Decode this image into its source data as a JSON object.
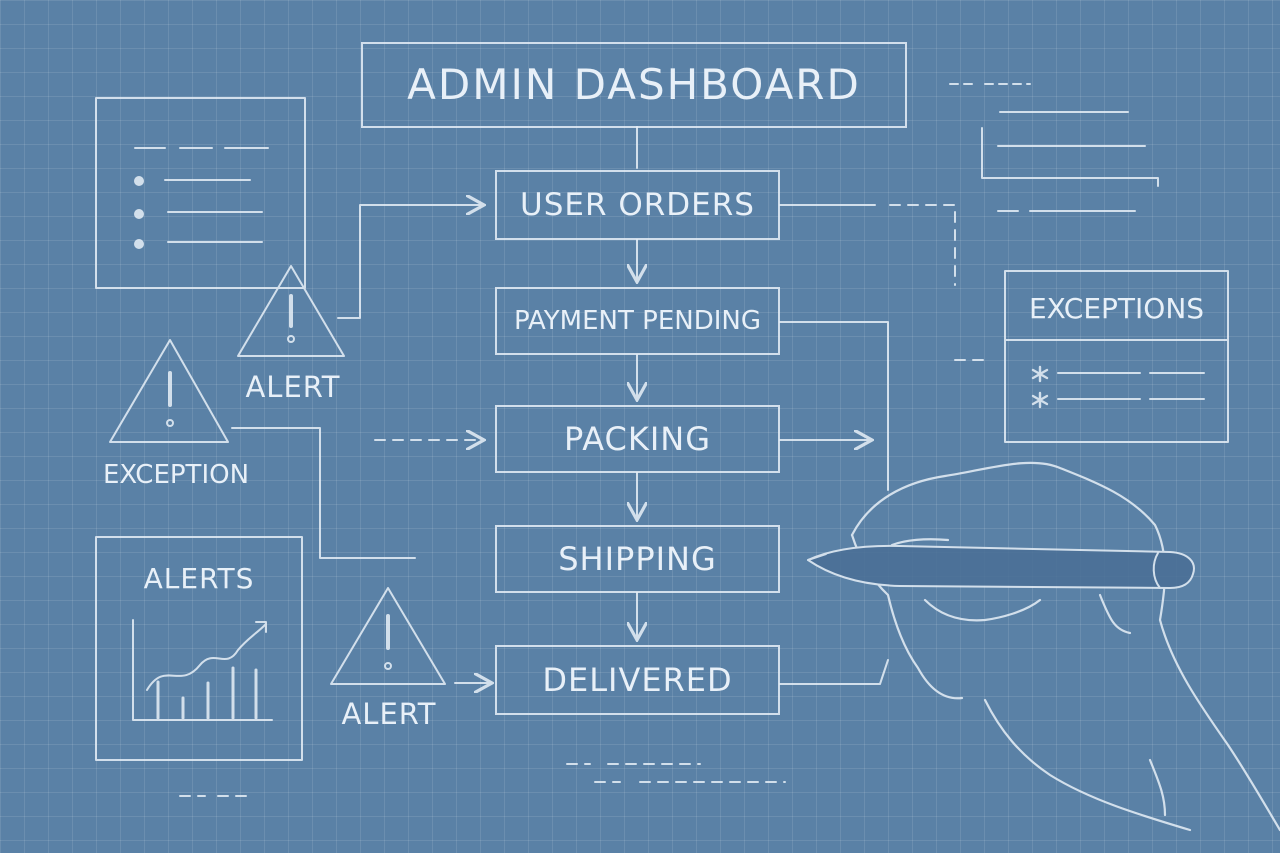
{
  "dashboard": {
    "title": "ADMIN DASHBOARD"
  },
  "flow": {
    "steps": [
      "USER ORDERS",
      "PAYMENT PENDING",
      "PACKING",
      "SHIPPING",
      "DELIVERED"
    ]
  },
  "alerts": {
    "alert_top": "ALERT",
    "exception": "EXCEPTION",
    "alert_bottom": "ALERT"
  },
  "panels": {
    "exceptions_title": "EXCEPTIONS",
    "alerts_title": "ALERTS"
  },
  "colors": {
    "background": "#5a81a6",
    "line": "#e8f0f8"
  }
}
